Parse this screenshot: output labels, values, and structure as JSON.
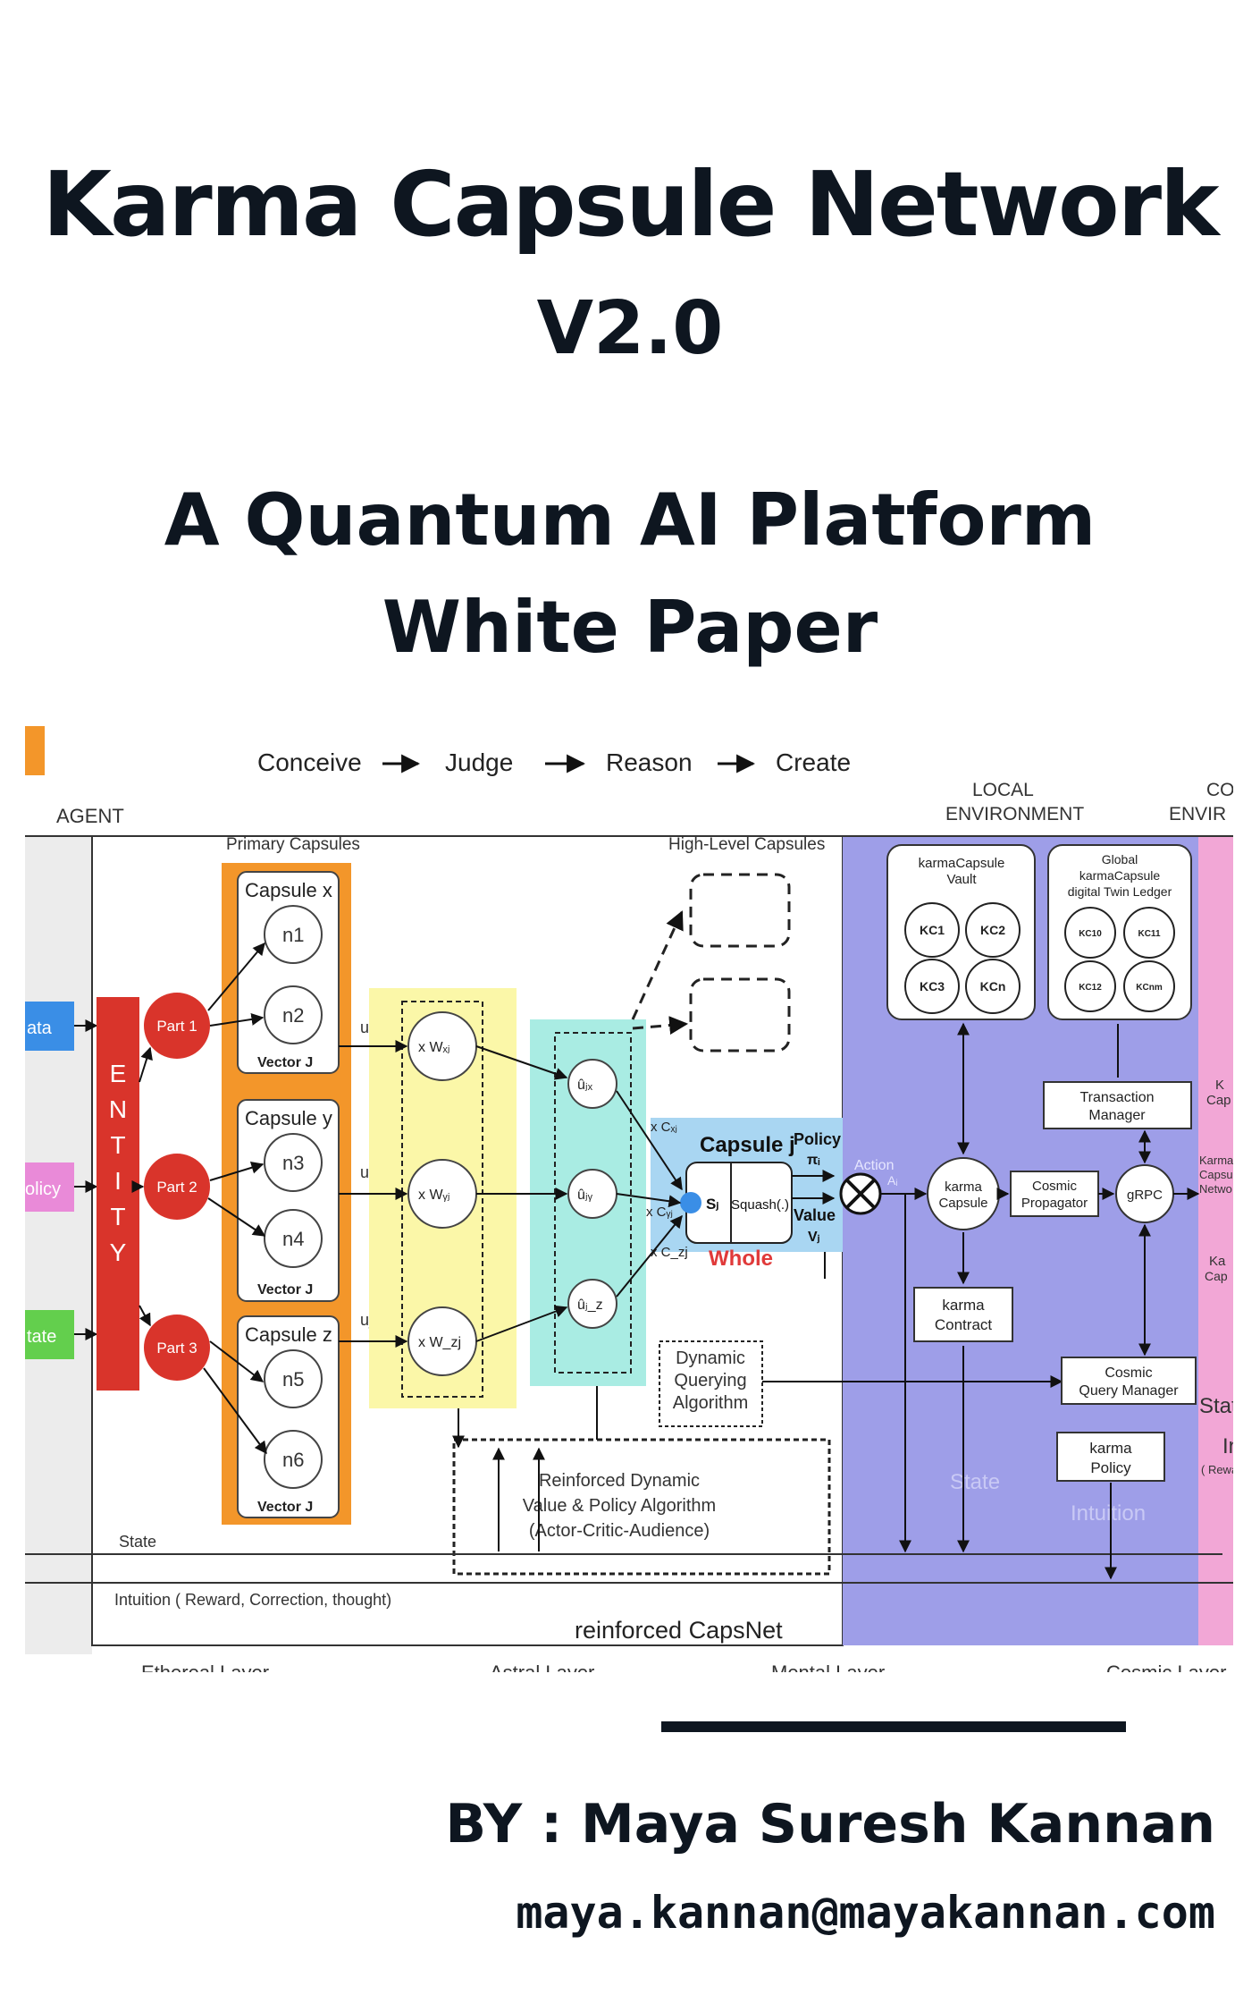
{
  "cover": {
    "title_line1": "Karma Capsule Network",
    "title_line2": "V2.0",
    "subtitle_line1": "A Quantum AI Platform",
    "subtitle_line2": "White Paper",
    "byline": "BY : Maya Suresh Kannan",
    "email": "maya.kannan@mayakannan.com"
  },
  "figure": {
    "flow": [
      "Conceive",
      "Judge",
      "Reason",
      "Create"
    ],
    "agent": "AGENT",
    "local_env": [
      "LOCAL",
      "ENVIRONMENT"
    ],
    "cosmic_env": [
      "CO",
      "ENVIR"
    ],
    "inputs": [
      "ata",
      "olicy",
      "tate"
    ],
    "entity": [
      "E",
      "N",
      "T",
      "I",
      "T",
      "Y"
    ],
    "primary_capsules": "Primary Capsules",
    "high_level_capsules": "High-Level Capsules",
    "parts": [
      "Part 1",
      "Part 2",
      "Part 3"
    ],
    "capsules": [
      {
        "name": "Capsule x",
        "nodes": [
          "n1",
          "n2"
        ],
        "vector": "Vector J",
        "u": "uₓ",
        "w": "x Wₓⱼ",
        "uhat": "ûⱼₓ",
        "c": "x Cₓⱼ"
      },
      {
        "name": "Capsule y",
        "nodes": [
          "n3",
          "n4"
        ],
        "vector": "Vector J",
        "u": "uᵧ",
        "w": "x Wᵧⱼ",
        "uhat": "ûⱼᵧ",
        "c": "x Cᵧⱼ"
      },
      {
        "name": "Capsule z",
        "nodes": [
          "n5",
          "n6"
        ],
        "vector": "Vector J",
        "u": "u_z",
        "w": "x W_zj",
        "uhat": "ûⱼ_z",
        "c": "x C_zj"
      }
    ],
    "capsule_j": "Capsule j",
    "sj": "Sⱼ",
    "squash": "Squash(.)",
    "policy": "Policy",
    "pi": "πᵢ",
    "value": "Value",
    "vj": "Vⱼ",
    "whole": "Whole",
    "action": [
      "Action",
      "Aᵢ"
    ],
    "dynamic_querying": [
      "Dynamic",
      "Querying",
      "Algorithm"
    ],
    "reinforced_algo": [
      "Reinforced Dynamic",
      "Value & Policy Algorithm",
      "(Actor-Critic-Audience)"
    ],
    "state": "State",
    "intuition_line": "Intuition ( Reward, Correction, thought)",
    "reinforced_capsnet": "reinforced CapsNet",
    "vault": [
      "karmaCapsule",
      "Vault"
    ],
    "vault_nodes": [
      "KC1",
      "KC2",
      "KC3",
      "KCn"
    ],
    "ledger": [
      "Global",
      "karmaCapsule",
      "digital Twin Ledger"
    ],
    "ledger_nodes": [
      "KC10",
      "KC11",
      "KC12",
      "KCnm"
    ],
    "transaction_manager": [
      "Transaction",
      "Manager"
    ],
    "karma_capsule": [
      "karma",
      "Capsule"
    ],
    "cosmic_propagator": [
      "Cosmic",
      "Propagator"
    ],
    "grpc": "gRPC",
    "karma_contract": [
      "karma",
      "Contract"
    ],
    "cosmic_query_manager": [
      "Cosmic",
      "Query Manager"
    ],
    "karma_policy": [
      "karma",
      "Policy"
    ],
    "local_state": "State",
    "local_intuition": "Intuition",
    "right_labels": [
      "K",
      "Cap",
      "Karma",
      "Capsu",
      "Netwo",
      "Ka",
      "Cap",
      "State",
      "In",
      "( Rewa"
    ],
    "layers": [
      "Ethereal Layer",
      "Astral Layer",
      "Mental Layer",
      "Cosmic Layer"
    ],
    "colors": {
      "entity": "#d9342b",
      "part": "#d9342b",
      "primary": "#f3962a",
      "weights": "#fbf7a8",
      "uhat": "#a9ece3",
      "capsule_j": "#a9d6f2",
      "local_env": "#9e9ee8",
      "cosmic": "#f2a7d6",
      "input_blue": "#3a8ee6",
      "input_pink": "#e98ad8",
      "input_green": "#63cf4d",
      "ink": "#0e1620"
    }
  }
}
